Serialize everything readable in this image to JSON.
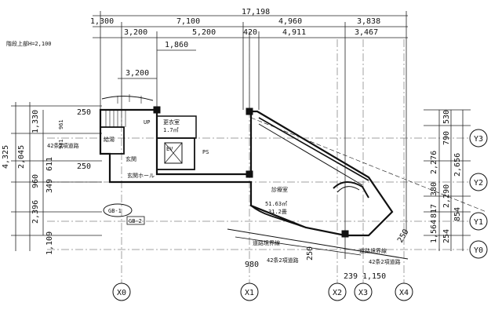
{
  "dims_top_row1": [
    "1,300",
    "7,100",
    "4,960",
    "3,838"
  ],
  "dims_total": "17,198",
  "dims_top_row2": [
    "3,200",
    "5,200",
    "420",
    "4,911",
    "3,467"
  ],
  "dims_left_small": [
    "1,860",
    "3,200"
  ],
  "top_note": "階段上部H=2,100",
  "left_dims": [
    "1,330",
    "4,325",
    "2,045",
    "611",
    "960",
    "349",
    "2,396",
    "1,109",
    "250",
    "250",
    "961",
    "981"
  ],
  "right_dims": [
    "530",
    "790",
    "2,656",
    "2,276",
    "380",
    "2,290",
    "817",
    "854",
    "1,564",
    "254"
  ],
  "rooms": {
    "room1_name": "更衣室",
    "room1_area": "1.7㎡",
    "room2_name": "診療室",
    "room2_area": "51.63㎡",
    "room2_tatami": "31.2畳",
    "ev_label": "EV",
    "pantry": "給湯",
    "entrance": "玄関",
    "hall": "玄関ホール",
    "up_label": "UP",
    "ps_label": "PS"
  },
  "road_labels": {
    "road1": "42条2項道路",
    "road2": "42条2項道路",
    "road3": "42条2項道路",
    "boundary1": "道路境界線",
    "boundary2": "道路境界線"
  },
  "callouts": {
    "gb1": "GB-1",
    "gb2": "GB-2"
  },
  "bottom_dims": [
    "239",
    "1,150",
    "980",
    "250",
    "250"
  ],
  "grid_x": [
    "X0",
    "X1",
    "X2",
    "X3",
    "X4"
  ],
  "grid_y": [
    "Y3",
    "Y2",
    "Y1",
    "Y0"
  ]
}
